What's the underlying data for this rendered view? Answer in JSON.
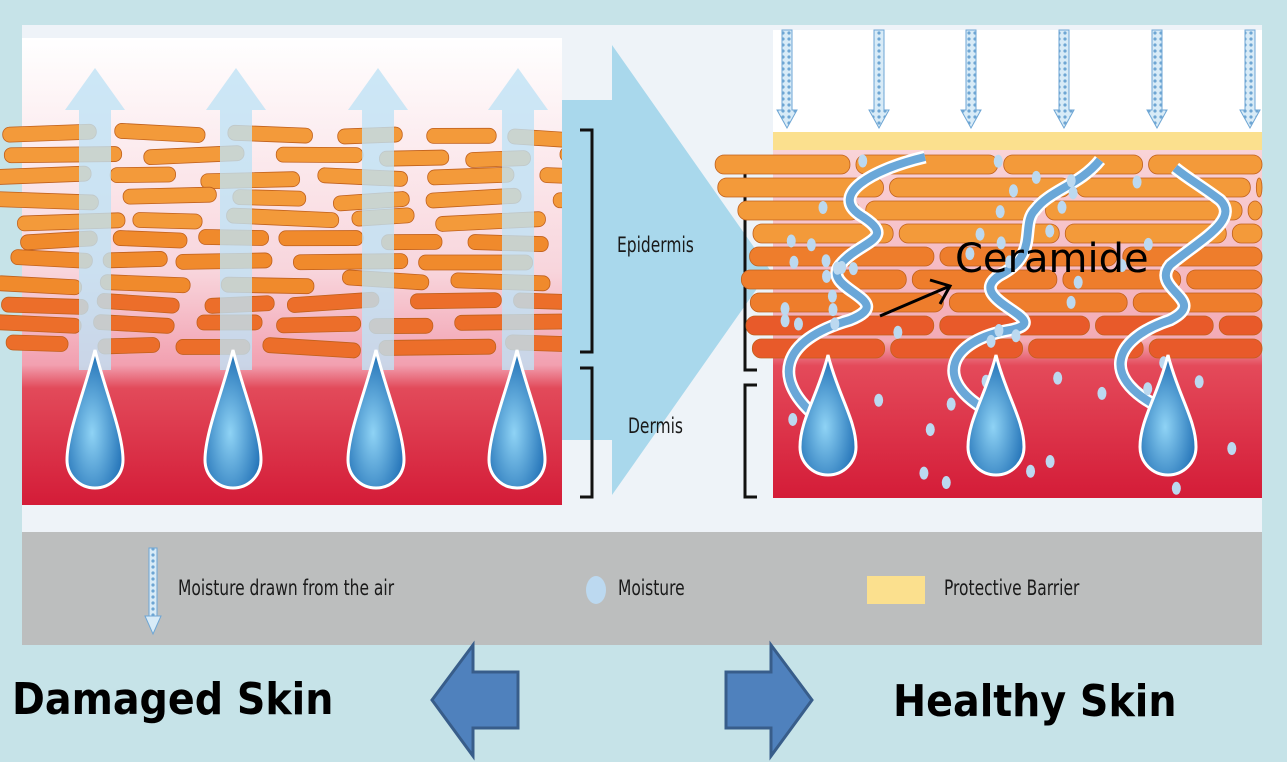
{
  "labels": {
    "epidermis": "Epidermis",
    "dermis": "Dermis",
    "ceramide": "Ceramide"
  },
  "legend": {
    "items": [
      {
        "icon": "dotted-down-arrow-icon",
        "label": "Moisture drawn from the air"
      },
      {
        "icon": "moisture-dot-icon",
        "label": "Moisture"
      },
      {
        "icon": "yellow-swatch-icon",
        "label": "Protective Barrier"
      }
    ]
  },
  "captions": {
    "damaged": "Damaged Skin",
    "healthy": "Healthy Skin"
  },
  "colors": {
    "background": "#c6e3e8",
    "panel": "#eef3f8",
    "legend_band": "#bcbebe",
    "cell_orange": "#f08a2c",
    "dermis_red": "#d8203a",
    "moisture_blue": "#6aa7d8",
    "barrier_yellow": "#fbe08e",
    "nav_arrow": "#4f81bd"
  }
}
